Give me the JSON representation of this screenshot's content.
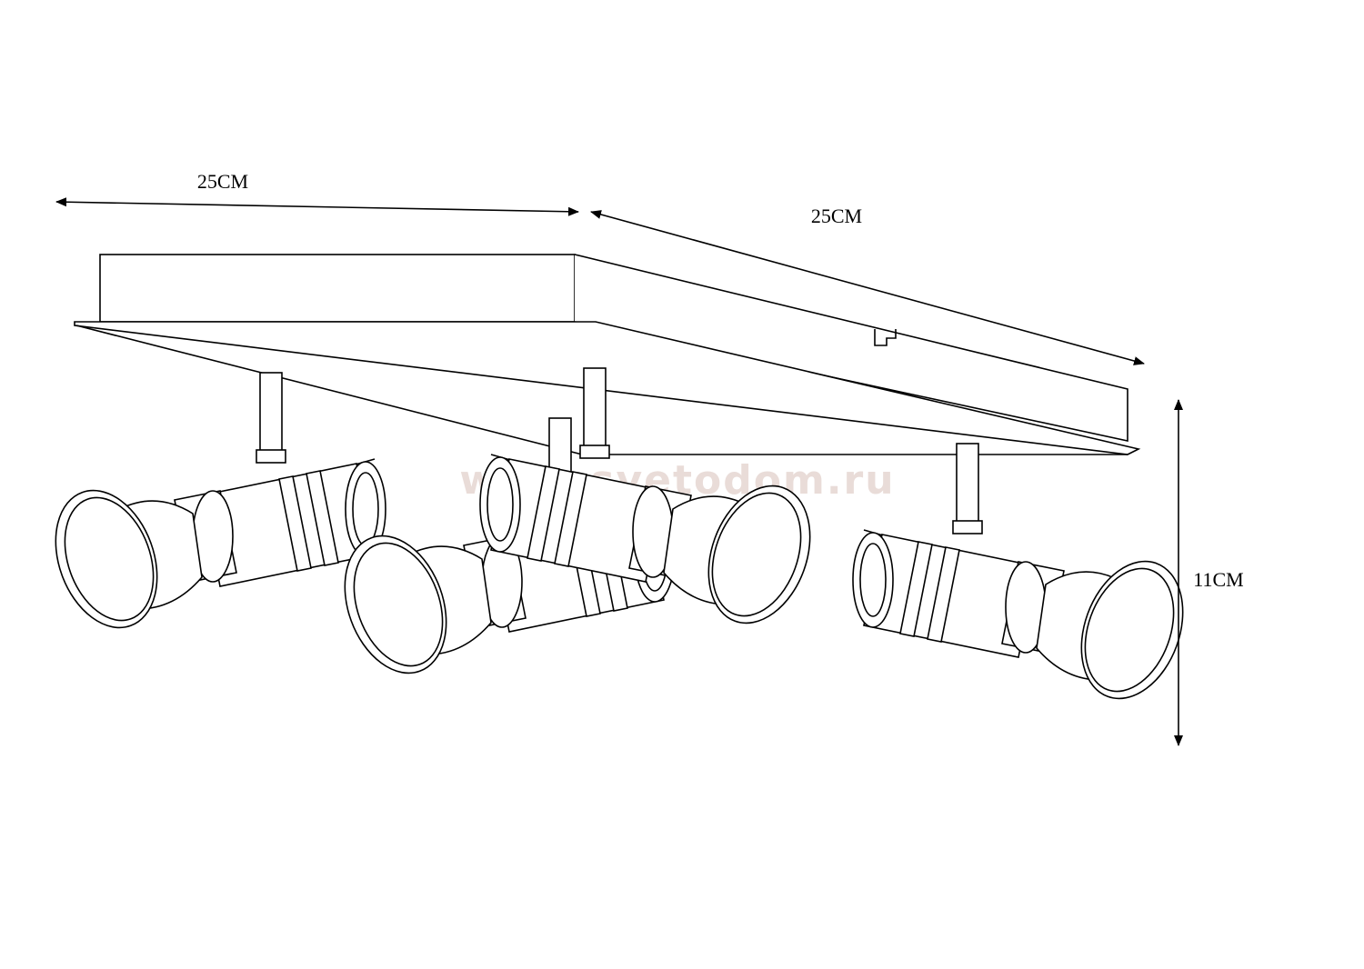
{
  "dimensions": {
    "width_label": "25CM",
    "depth_label": "25CM",
    "height_label": "11CM"
  },
  "watermark": "www.svetodom.ru",
  "colors": {
    "line": "#000000",
    "background": "#ffffff",
    "watermark": "#e9dcd8"
  },
  "spotlights": [
    {
      "id": "spot-left"
    },
    {
      "id": "spot-center-back"
    },
    {
      "id": "spot-center-front"
    },
    {
      "id": "spot-right"
    }
  ]
}
